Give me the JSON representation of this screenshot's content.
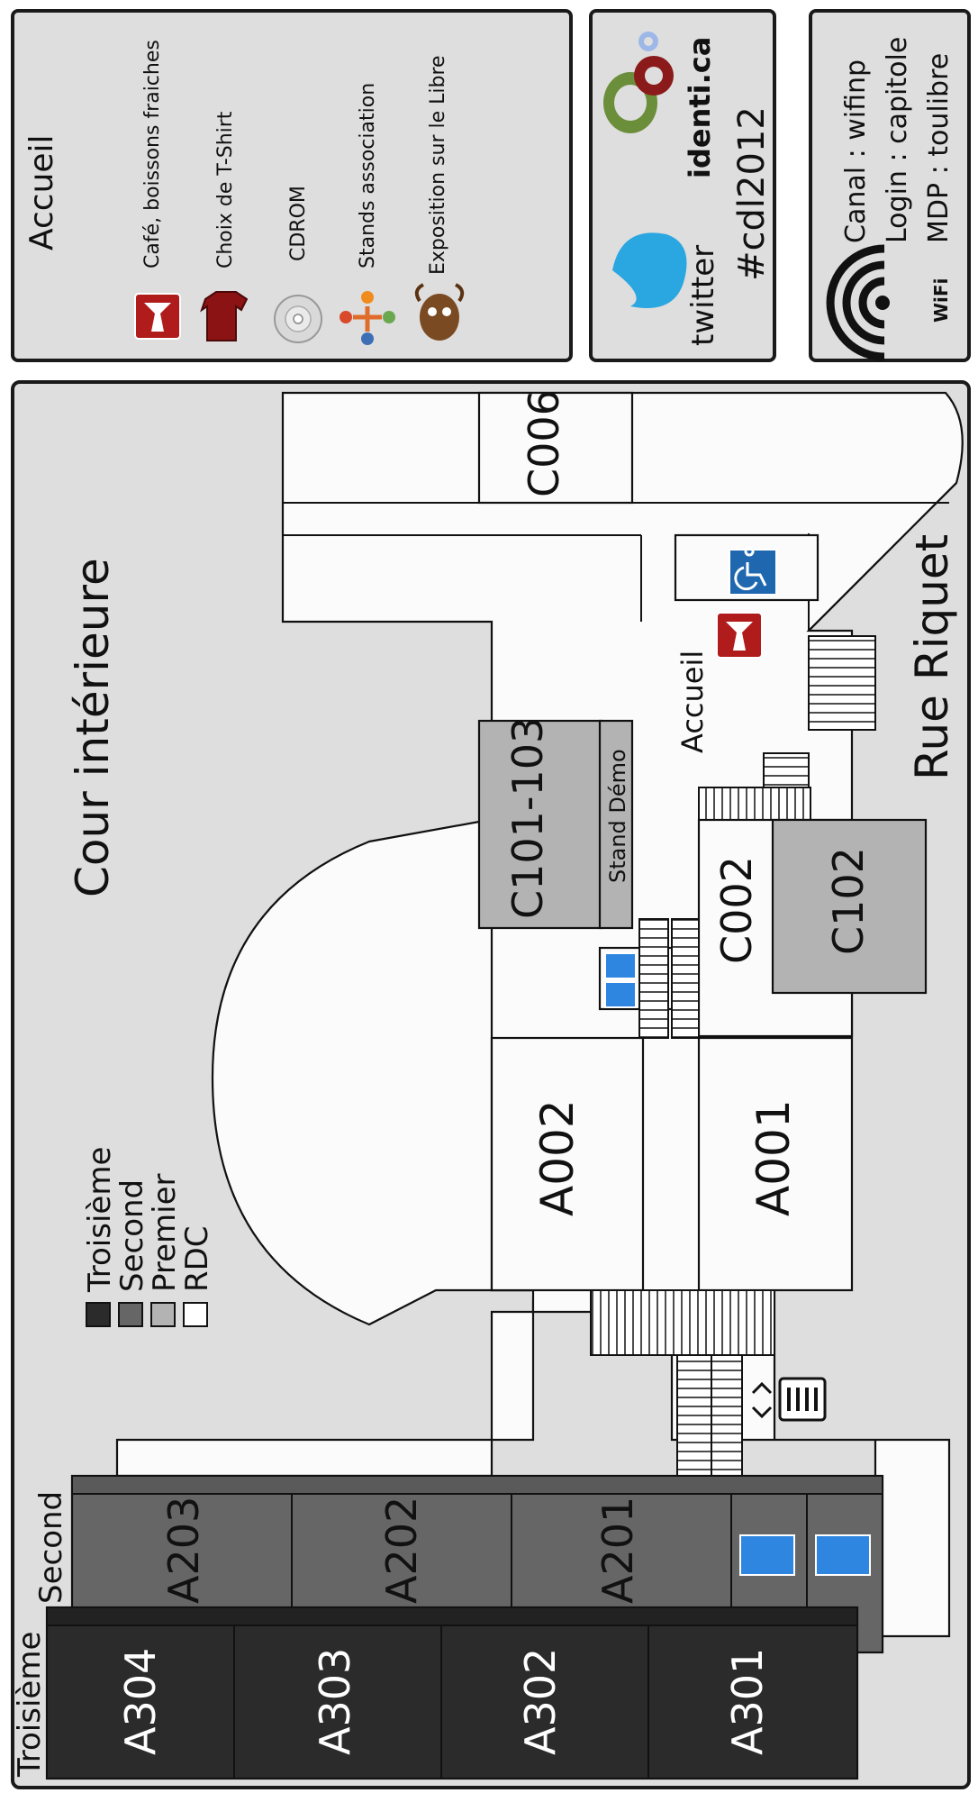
{
  "info_panel": {
    "title": "Accueil",
    "items": [
      {
        "label": "Café, boissons fraiches",
        "icon": "coffee-icon"
      },
      {
        "label": "Choix de T-Shirt",
        "icon": "tshirt-icon"
      },
      {
        "label": "CDROM",
        "icon": "cdrom-icon"
      },
      {
        "label": "Stands association",
        "icon": "people-icon"
      },
      {
        "label": "Exposition sur le Libre",
        "icon": "gnu-icon"
      }
    ]
  },
  "social_panel": {
    "twitter": "twitter",
    "identica": "identi.ca",
    "hashtag": "#cdl2012"
  },
  "wifi_panel": {
    "canal": "Canal : wifinp",
    "login": "Login : capitole",
    "mdp": "MDP : toulibre",
    "wifi_label": "WiFi"
  },
  "map": {
    "courtyard": "Cour intérieure",
    "street": "Rue Riquet",
    "accueil": "Accueil",
    "stand_demo": "Stand Démo",
    "rooms": {
      "c006": "C006",
      "c101": "C101-103",
      "c002": "C002",
      "c102": "C102",
      "a001": "A001",
      "a002": "A002",
      "a201": "A201",
      "a202": "A202",
      "a203": "A203",
      "a301": "A301",
      "a302": "A302",
      "a303": "A303",
      "a304": "A304"
    },
    "floor_labels": {
      "second": "Second",
      "third": "Troisième"
    },
    "legend": [
      {
        "label": "Troisième",
        "color": "#2b2b2b"
      },
      {
        "label": "Second",
        "color": "#666666"
      },
      {
        "label": "Premier",
        "color": "#b3b3b3"
      },
      {
        "label": "RDC",
        "color": "#ffffff"
      }
    ]
  },
  "colors": {
    "panel_bg": "#dedede",
    "rdc": "#fbfbfb",
    "premier": "#b3b3b3",
    "second": "#666666",
    "troisieme": "#2b2b2b",
    "accessibility_blue": "#1f68b0",
    "toilet_blue": "#2f86e0",
    "coffee_red": "#b01c1c"
  }
}
